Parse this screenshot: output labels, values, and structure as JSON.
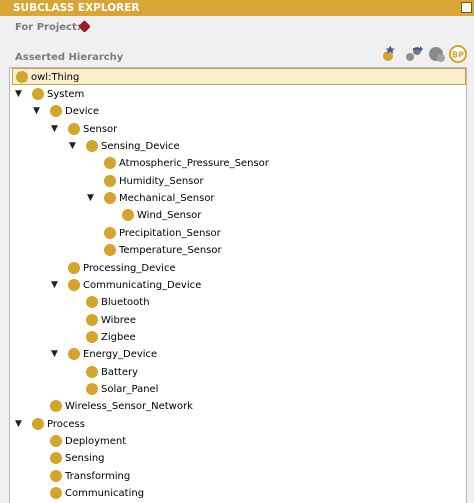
{
  "panel": {
    "title": "SUBCLASS EXPLORER",
    "project_label": "For Project:",
    "hierarchy_label": "Asserted Hierarchy",
    "toolbar": [
      "add-subclass-icon",
      "add-sibling-icon",
      "delete-class-icon",
      "bp-icon"
    ],
    "bp_text": "BP"
  },
  "tree": {
    "root": "owl:Thing",
    "nodes": [
      {
        "label": "System",
        "level": 0,
        "expanded": true
      },
      {
        "label": "Device",
        "level": 1,
        "expanded": true
      },
      {
        "label": "Sensor",
        "level": 2,
        "expanded": true
      },
      {
        "label": "Sensing_Device",
        "level": 3,
        "expanded": true
      },
      {
        "label": "Atmospheric_Pressure_Sensor",
        "level": 4
      },
      {
        "label": "Humidity_Sensor",
        "level": 4
      },
      {
        "label": "Mechanical_Sensor",
        "level": 4,
        "expanded": true
      },
      {
        "label": "Wind_Sensor",
        "level": 5
      },
      {
        "label": "Precipitation_Sensor",
        "level": 4
      },
      {
        "label": "Temperature_Sensor",
        "level": 4
      },
      {
        "label": "Processing_Device",
        "level": 2
      },
      {
        "label": "Communicating_Device",
        "level": 2,
        "expanded": true
      },
      {
        "label": "Bluetooth",
        "level": 3
      },
      {
        "label": "Wibree",
        "level": 3
      },
      {
        "label": "Zigbee",
        "level": 3
      },
      {
        "label": "Energy_Device",
        "level": 2,
        "expanded": true
      },
      {
        "label": "Battery",
        "level": 3
      },
      {
        "label": "Solar_Panel",
        "level": 3
      },
      {
        "label": "Wireless_Sensor_Network",
        "level": 1
      },
      {
        "label": "Process",
        "level": 0,
        "expanded": true
      },
      {
        "label": "Deployment",
        "level": 1
      },
      {
        "label": "Sensing",
        "level": 1
      },
      {
        "label": "Transforming",
        "level": 1
      },
      {
        "label": "Communicating",
        "level": 1
      }
    ]
  },
  "colors": {
    "title_bar": "#d9a534",
    "class_dot": "#d4a42c",
    "project_marker": "#9a1c25",
    "selection": "#fbefcd"
  }
}
